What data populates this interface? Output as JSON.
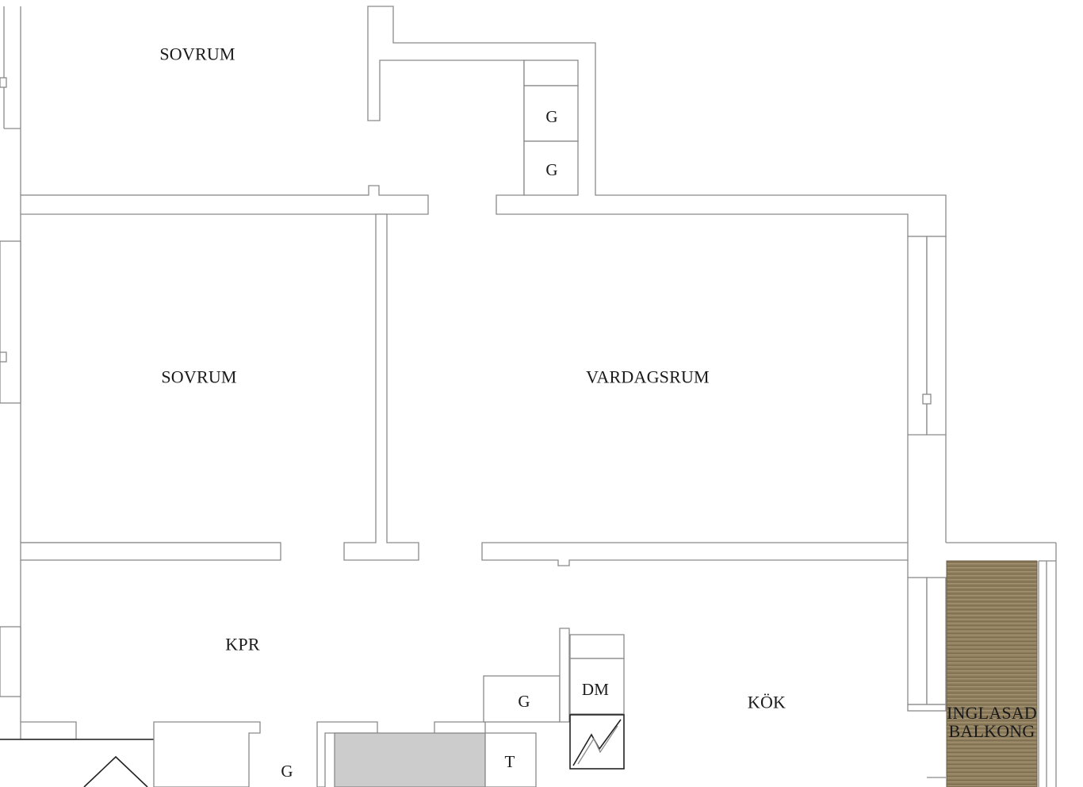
{
  "rooms": {
    "sovrum_top": "SOVRUM",
    "sovrum_mid": "SOVRUM",
    "vardagsrum": "VARDAGSRUM",
    "kpr": "KPR",
    "kok": "KÖK",
    "balkong": "INGLASAD\nBALKONG"
  },
  "fixtures": {
    "wardrobe_1": "G",
    "wardrobe_2": "G",
    "wardrobe_3": "G",
    "wardrobe_4": "G",
    "dishwasher": "DM",
    "dryer": "T"
  },
  "colors": {
    "wall_stroke": "#8a8a8a",
    "balcony_floor": "#8b7a5a",
    "grey_counter": "#cccccc",
    "line_dark": "#222222"
  }
}
